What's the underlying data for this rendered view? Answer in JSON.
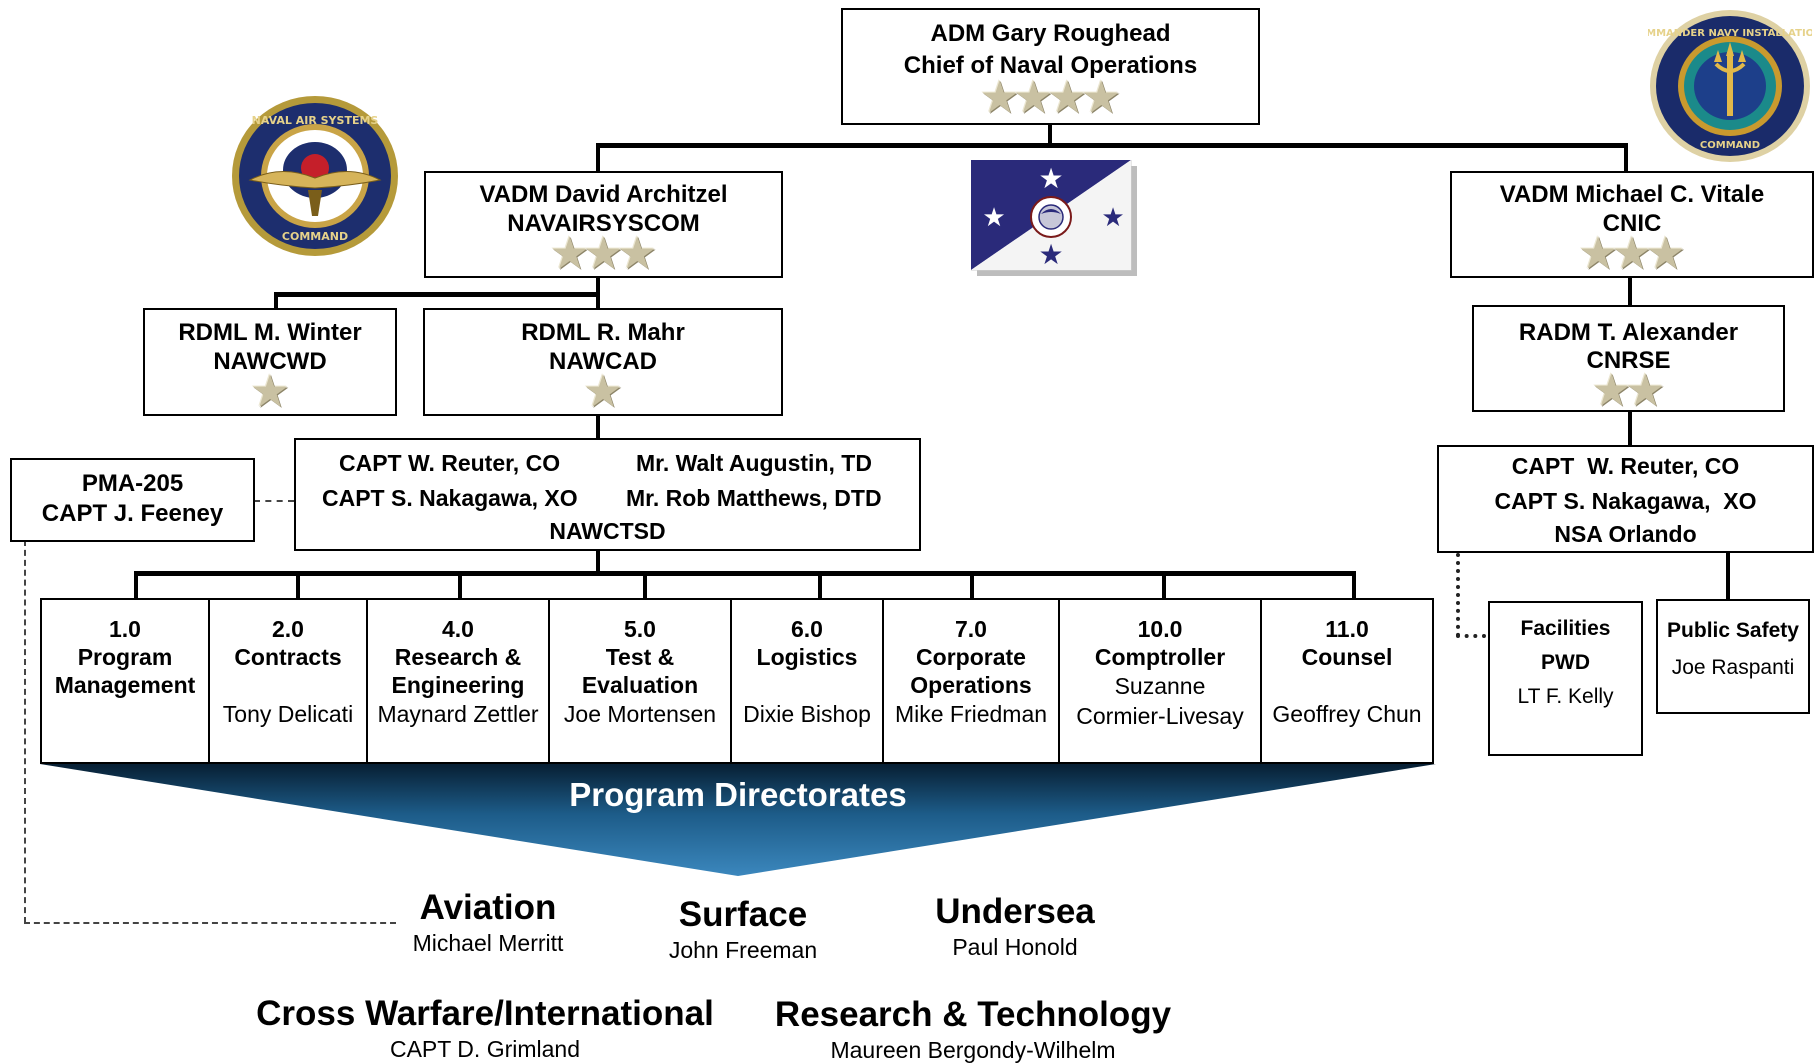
{
  "top": {
    "name": "ADM Gary Roughead",
    "title": "Chief of Naval Operations"
  },
  "navair": {
    "name": "VADM David Architzel",
    "org": "NAVAIRSYSCOM"
  },
  "cnic": {
    "name": "VADM Michael C. Vitale",
    "org": "CNIC"
  },
  "nawcwd": {
    "name": "RDML M. Winter",
    "org": "NAWCWD"
  },
  "nawcad": {
    "name": "RDML R. Mahr",
    "org": "NAWCAD"
  },
  "cnrse": {
    "name": "RADM T. Alexander",
    "org": "CNRSE"
  },
  "pma": {
    "line1": "PMA-205",
    "line2": "CAPT J. Feeney"
  },
  "nawctsd": {
    "co": "CAPT W. Reuter, CO",
    "xo": "CAPT S. Nakagawa, XO",
    "td": "Mr. Walt Augustin, TD",
    "dtd": "Mr. Rob Matthews, DTD",
    "org": "NAWCTSD"
  },
  "nsa": {
    "co": "CAPT  W. Reuter, CO",
    "xo": "CAPT S. Nakagawa,  XO",
    "org": "NSA Orlando"
  },
  "facilities": {
    "title": "Facilities",
    "org": "PWD",
    "person": "LT F. Kelly"
  },
  "safety": {
    "title": "Public Safety",
    "person": "Joe Raspanti"
  },
  "directorates": [
    {
      "num": "1.0",
      "name1": "Program",
      "name2": "Management",
      "person": ""
    },
    {
      "num": "2.0",
      "name1": "Contracts",
      "name2": "",
      "person": "Tony Delicati"
    },
    {
      "num": "4.0",
      "name1": "Research &",
      "name2": "Engineering",
      "person": "Maynard Zettler"
    },
    {
      "num": "5.0",
      "name1": "Test &",
      "name2": "Evaluation",
      "person": "Joe Mortensen"
    },
    {
      "num": "6.0",
      "name1": "Logistics",
      "name2": "",
      "person": "Dixie Bishop"
    },
    {
      "num": "7.0",
      "name1": "Corporate",
      "name2": "Operations",
      "person": "Mike Friedman"
    },
    {
      "num": "10.0",
      "name1": "Comptroller",
      "name2": "",
      "person": "Suzanne",
      "person2": "Cormier-Livesay"
    },
    {
      "num": "11.0",
      "name1": "Counsel",
      "name2": "",
      "person": "Geoffrey Chun"
    }
  ],
  "banner": "Program Directorates",
  "programs": [
    {
      "title": "Aviation",
      "person": "Michael Merritt"
    },
    {
      "title": "Surface",
      "person": "John Freeman"
    },
    {
      "title": "Undersea",
      "person": "Paul Honold"
    },
    {
      "title": "Cross Warfare/International",
      "person": "CAPT D. Grimland"
    },
    {
      "title": "Research & Technology",
      "person": "Maureen Bergondy-Wilhelm"
    }
  ],
  "seals": {
    "navair_ring": "NAVAL AIR SYSTEMS COMMAND",
    "cni_ring": "COMMANDER NAVY INSTALLATIONS COMMAND"
  },
  "colors": {
    "banner_dark": "#0b3554",
    "banner_light": "#2f7ab0",
    "star_gold": "#c9c1a2",
    "flag_blue": "#2a2a7a"
  }
}
